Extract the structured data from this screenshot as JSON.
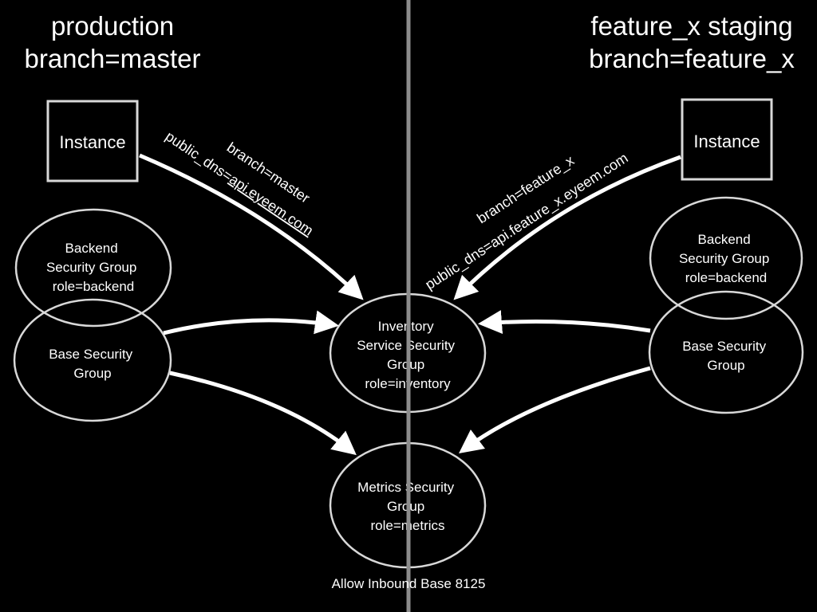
{
  "headings": {
    "left": {
      "line1": "production",
      "line2": "branch=master"
    },
    "right": {
      "line1": "feature_x staging",
      "line2": "branch=feature_x"
    }
  },
  "nodes": {
    "instance_left": "Instance",
    "instance_right": "Instance",
    "backend_left": [
      "Backend",
      "Security Group",
      "role=backend"
    ],
    "base_left": [
      "Base Security",
      "Group"
    ],
    "inventory": [
      "Inventory",
      "Service Security",
      "Group",
      "role=inventory"
    ],
    "metrics": [
      "Metrics Security",
      "Group",
      "role=metrics"
    ],
    "backend_right": [
      "Backend",
      "Security Group",
      "role=backend"
    ],
    "base_right": [
      "Base Security",
      "Group"
    ]
  },
  "edge_labels": {
    "left": {
      "line1": "branch=master",
      "line2_prefix": "public_dns=",
      "line2_link": "api.eyeem.com"
    },
    "right": {
      "line1": "branch=feature_x",
      "line2": "public_dns=api.feature_x.eyeem.com"
    }
  },
  "footer": "Allow Inbound Base 8125",
  "colors": {
    "background": "#000000",
    "stroke": "#ffffff",
    "divider": "#8c8c8c"
  }
}
